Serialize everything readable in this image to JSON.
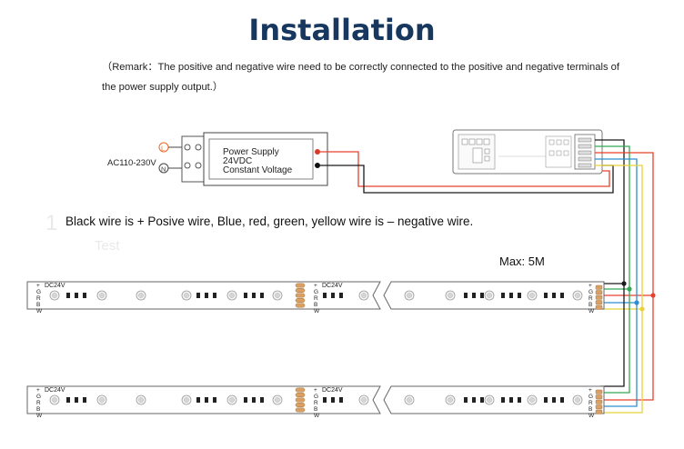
{
  "header": {
    "title": "Installation",
    "remark_line1": "（Remark：The positive and negative wire need to be correctly connected to the positive and negative terminals of",
    "remark_line2": "the power supply output.）"
  },
  "power_supply": {
    "input_label": "AC110-230V",
    "terminal_l": "L",
    "terminal_n": "N",
    "name": "Power Supply",
    "voltage": "24VDC",
    "mode": "Constant Voltage"
  },
  "wire_note": "Black wire is + Posive wire, Blue, red, green, yellow wire is – negative wire.",
  "ghost_text": {
    "digit": "1",
    "word": "Test"
  },
  "strip": {
    "voltage_label": "DC24V",
    "pins": [
      "+",
      "G",
      "R",
      "B",
      "W"
    ],
    "max_length": "Max: 5M"
  },
  "colors": {
    "title": "#17375e",
    "wire_black": "#1a1a1a",
    "wire_red": "#e8402f",
    "wire_green": "#35a853",
    "wire_blue": "#2f8fd0",
    "wire_yellow": "#e8d23a",
    "copper_pad": "#d9a066"
  }
}
